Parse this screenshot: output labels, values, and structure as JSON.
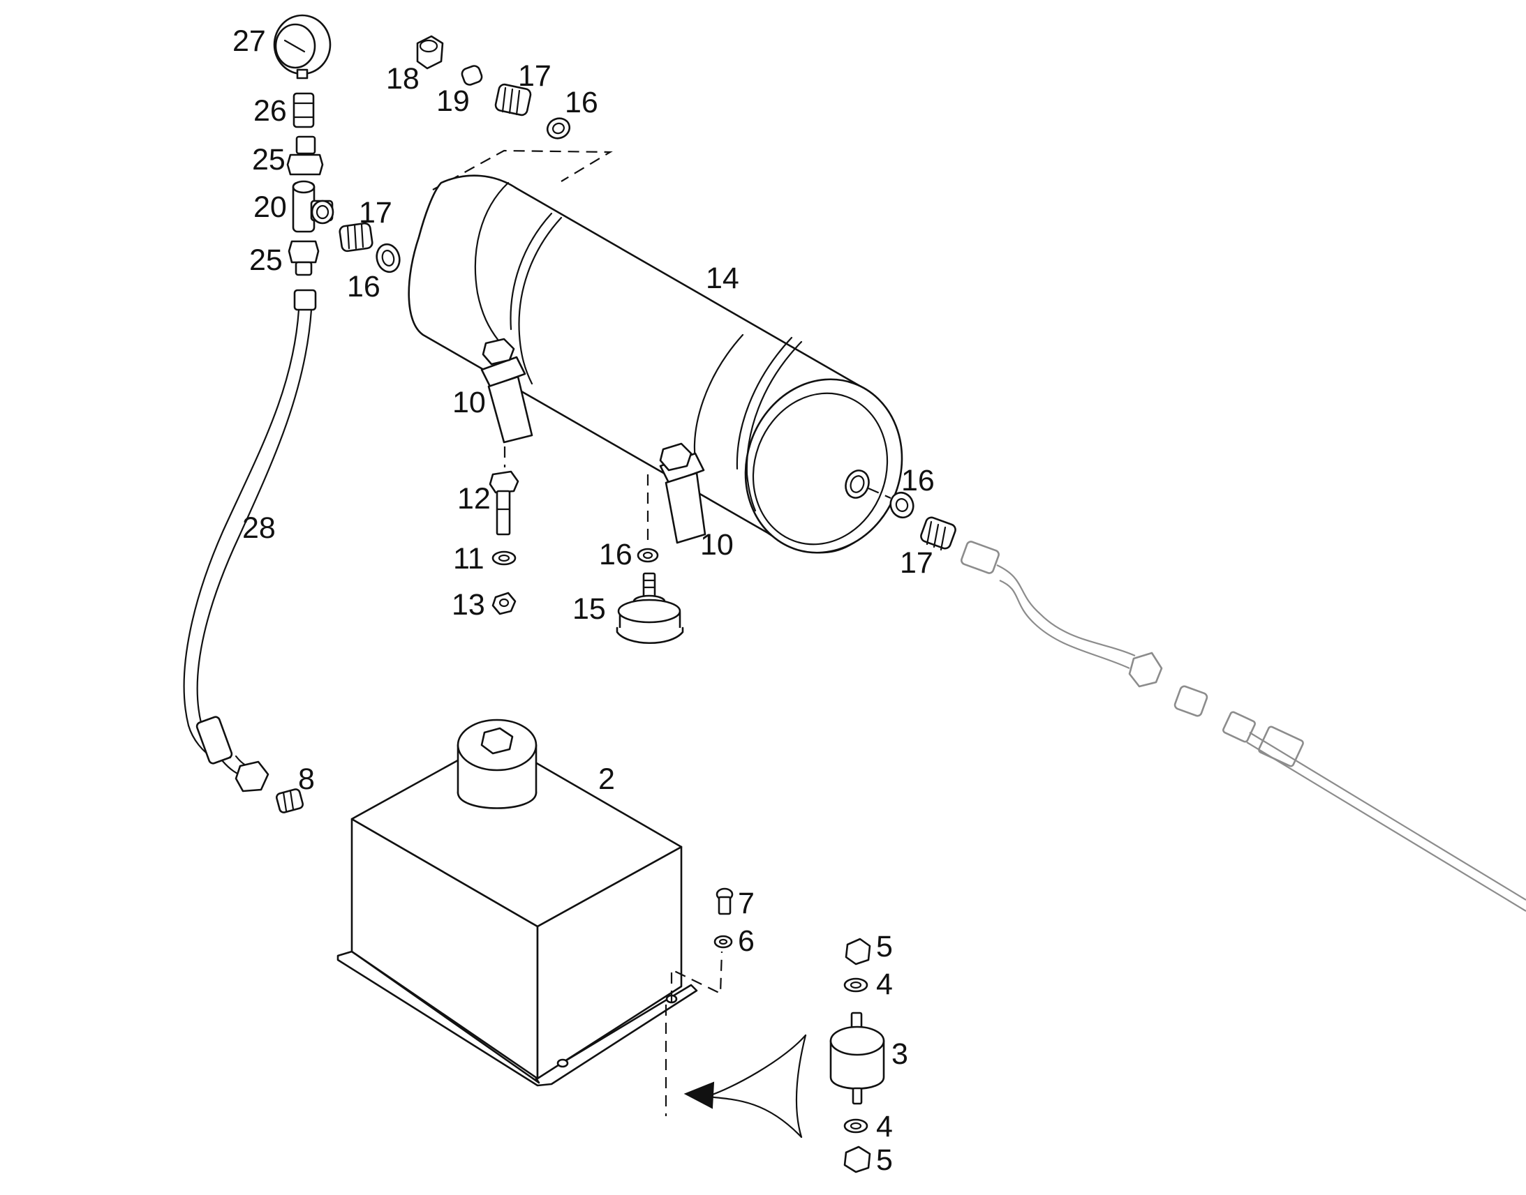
{
  "diagram": {
    "callouts": [
      {
        "id": "c27",
        "text": "27"
      },
      {
        "id": "c26",
        "text": "26"
      },
      {
        "id": "c25a",
        "text": "25"
      },
      {
        "id": "c20",
        "text": "20"
      },
      {
        "id": "c25b",
        "text": "25"
      },
      {
        "id": "c18",
        "text": "18"
      },
      {
        "id": "c19",
        "text": "19"
      },
      {
        "id": "c17a",
        "text": "17"
      },
      {
        "id": "c16a",
        "text": "16"
      },
      {
        "id": "c17b",
        "text": "17"
      },
      {
        "id": "c16b",
        "text": "16"
      },
      {
        "id": "c14",
        "text": "14"
      },
      {
        "id": "c10a",
        "text": "10"
      },
      {
        "id": "c12",
        "text": "12"
      },
      {
        "id": "c11",
        "text": "11"
      },
      {
        "id": "c13",
        "text": "13"
      },
      {
        "id": "c28",
        "text": "28"
      },
      {
        "id": "c16c",
        "text": "16"
      },
      {
        "id": "c15",
        "text": "15"
      },
      {
        "id": "c10b",
        "text": "10"
      },
      {
        "id": "c16d",
        "text": "16"
      },
      {
        "id": "c17c",
        "text": "17"
      },
      {
        "id": "c8",
        "text": "8"
      },
      {
        "id": "c2",
        "text": "2"
      },
      {
        "id": "c7",
        "text": "7"
      },
      {
        "id": "c6",
        "text": "6"
      },
      {
        "id": "c5a",
        "text": "5"
      },
      {
        "id": "c4a",
        "text": "4"
      },
      {
        "id": "c3",
        "text": "3"
      },
      {
        "id": "c4b",
        "text": "4"
      },
      {
        "id": "c5b",
        "text": "5"
      }
    ]
  }
}
